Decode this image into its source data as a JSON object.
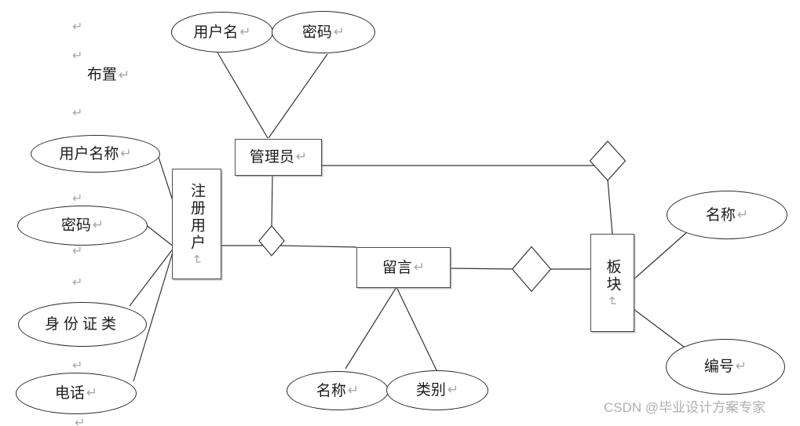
{
  "marks": {
    "paragraph": "↵"
  },
  "texts": {
    "floating_label": "布置"
  },
  "watermark": {
    "text": "CSDN @毕业设计方案专家"
  },
  "diagram": {
    "entities": [
      {
        "id": "admin",
        "label": "管理员"
      },
      {
        "id": "registered-user",
        "label": "注册用户"
      },
      {
        "id": "message",
        "label": "留言"
      },
      {
        "id": "board",
        "label": "板块"
      }
    ],
    "attributes": [
      {
        "id": "admin-username",
        "label": "用户名"
      },
      {
        "id": "admin-password",
        "label": "密码"
      },
      {
        "id": "user-name",
        "label": "用户名称"
      },
      {
        "id": "user-password",
        "label": "密码"
      },
      {
        "id": "user-idcard",
        "label": "身份证类"
      },
      {
        "id": "user-phone",
        "label": "电话"
      },
      {
        "id": "message-name",
        "label": "名称"
      },
      {
        "id": "message-category",
        "label": "类别"
      },
      {
        "id": "board-name",
        "label": "名称"
      },
      {
        "id": "board-id",
        "label": "编号"
      }
    ]
  }
}
